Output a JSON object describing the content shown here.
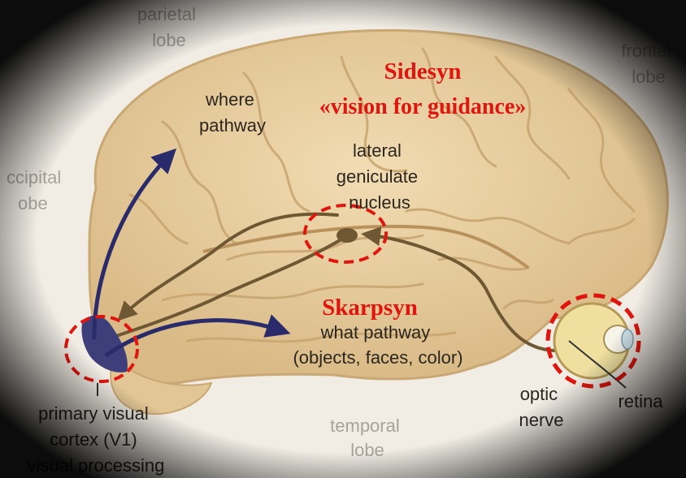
{
  "lobes": {
    "parietal": [
      "parietal",
      "lobe"
    ],
    "frontal": [
      "frontal",
      "lobe"
    ],
    "occipital": [
      "ccipital",
      "obe"
    ],
    "temporal": [
      "temporal",
      "lobe"
    ]
  },
  "annotations": {
    "dorsal_title": "Sidesyn",
    "dorsal_subtitle": "«vision for guidance»",
    "ventral_title": "Skarpsyn"
  },
  "labels": {
    "where_pathway": [
      "where",
      "pathway"
    ],
    "lgn": [
      "lateral",
      "geniculate",
      "nucleus"
    ],
    "what_pathway": [
      "what pathway",
      "(objects, faces, color)"
    ],
    "optic_nerve": [
      "optic",
      "nerve"
    ],
    "retina": "retina",
    "v1": [
      "primary visual",
      "cortex (V1)",
      "visual processing"
    ]
  },
  "colors": {
    "highlight": "#e0160e",
    "brain": "#ecd3a4",
    "pathway_arrow": "#2a2b6b",
    "visual_tract": "#6e5833"
  }
}
